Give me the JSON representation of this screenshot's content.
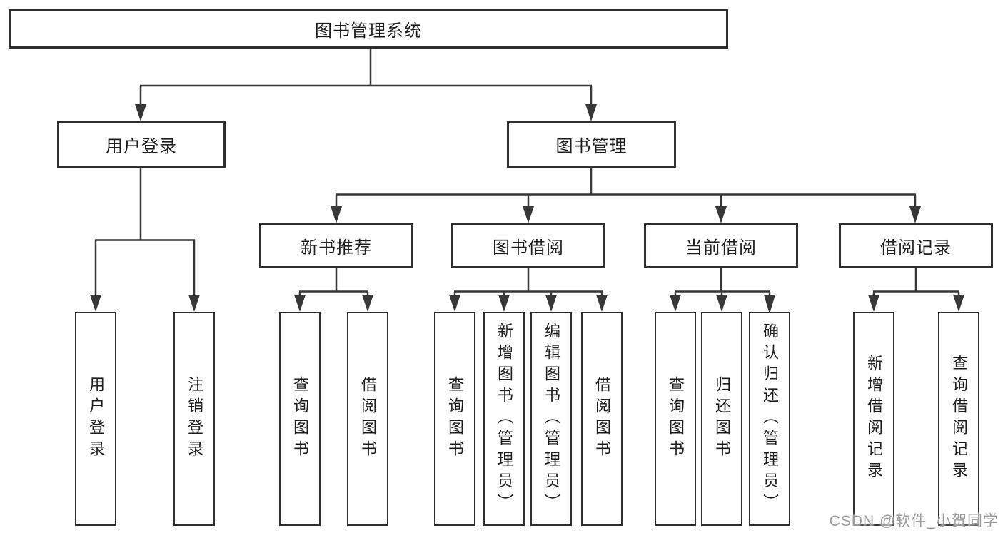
{
  "nodes": {
    "root": "图书管理系统",
    "user_login": "用户登录",
    "book_management": "图书管理",
    "login": "用户登录",
    "logout": "注销登录",
    "new_book_recommend": "新书推荐",
    "book_borrow": "图书借阅",
    "current_borrow": "当前借阅",
    "borrow_record": "借阅记录",
    "nbr_query_book": "查询图书",
    "nbr_borrow_book": "借阅图书",
    "bb_query_book": "查询图书",
    "bb_add_book": "新增图书（管理员）",
    "bb_edit_book": "编辑图书（管理员）",
    "bb_borrow_book": "借阅图书",
    "cb_query_book": "查询图书",
    "cb_return_book": "归还图书",
    "cb_confirm_return": "确认归还（管理员）",
    "br_add_record": "新增借阅记录",
    "br_query_record": "查询借阅记录"
  },
  "watermark": "CSDN @软件_小贺同学"
}
